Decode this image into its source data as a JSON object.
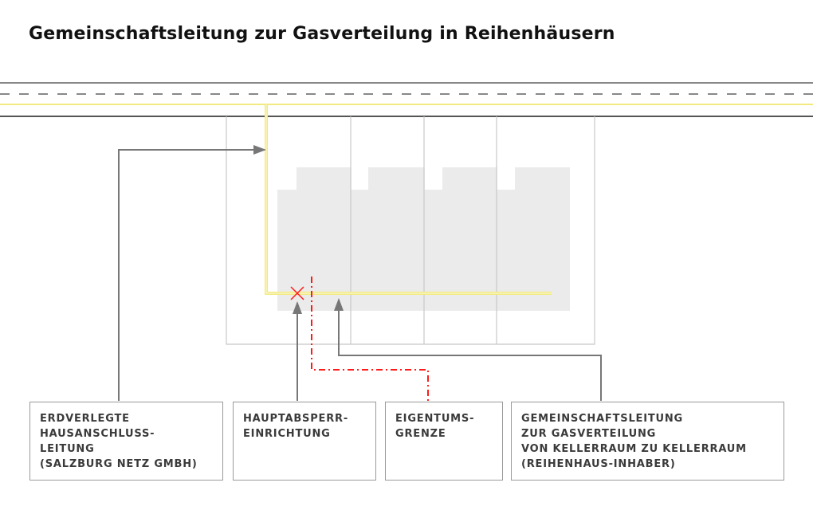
{
  "title": "Gemeinschaftsleitung zur Gasverteilung in Reihenhäusern",
  "colors": {
    "gas_line": "#f2ea80",
    "boundary": "#ff1a1a",
    "house": "#ebebeb",
    "arrow": "#777777"
  },
  "labels": [
    {
      "lines": [
        "ERDVERLEGTE",
        "HAUSANSCHLUSS-",
        "LEITUNG",
        "(SALZBURG NETZ GMBH)"
      ]
    },
    {
      "lines": [
        "HAUPTABSPERR-",
        "EINRICHTUNG"
      ]
    },
    {
      "lines": [
        "EIGENTUMS-",
        "GRENZE"
      ]
    },
    {
      "lines": [
        "GEMEINSCHAFTSLEITUNG",
        "ZUR GASVERTEILUNG",
        "VON KELLERRAUM ZU KELLERRAUM",
        "(REIHENHAUS-INHABER)"
      ]
    }
  ]
}
